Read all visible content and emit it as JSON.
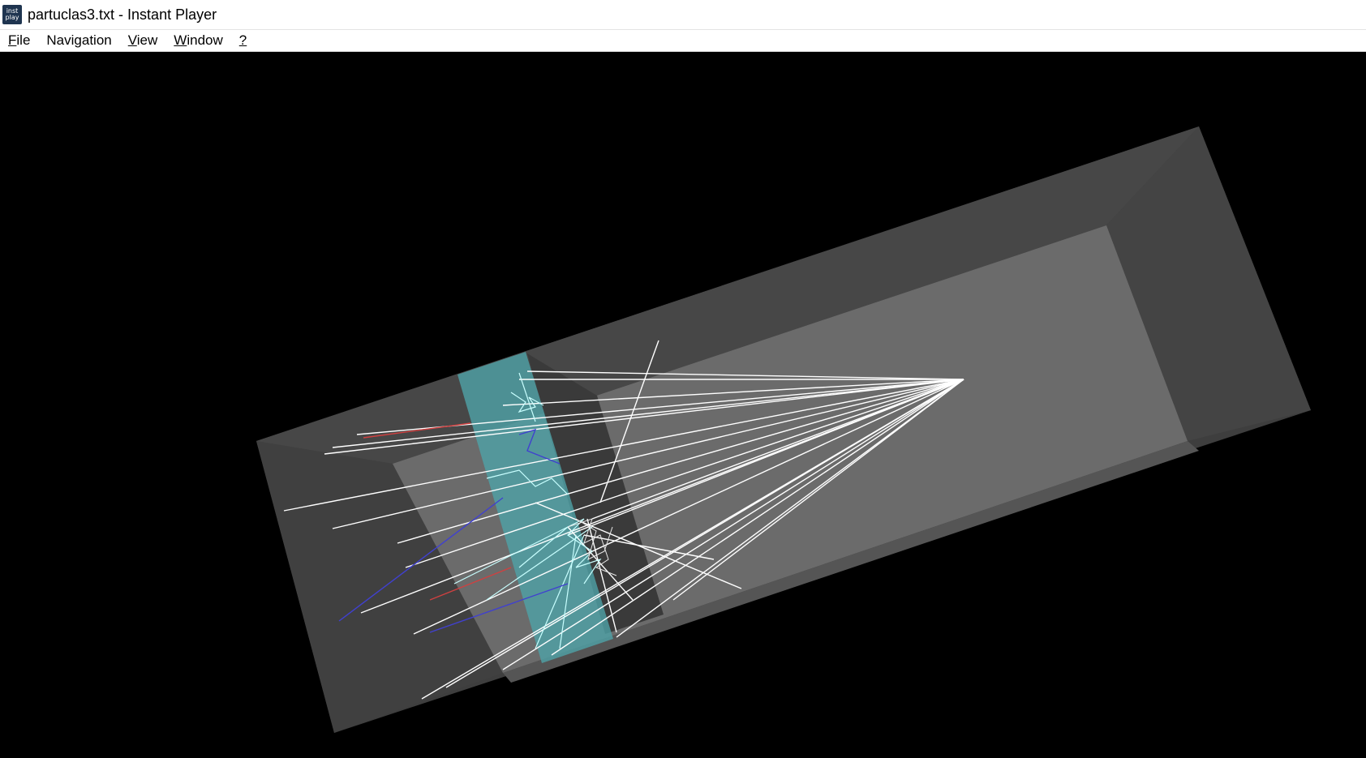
{
  "window": {
    "title": "partuclas3.txt - Instant Player",
    "icon": "instant-player-app-icon",
    "icon_text_top": "inst",
    "icon_text_bottom": "play"
  },
  "menu": [
    {
      "label": "File",
      "mnemonic": "F",
      "rest": "ile"
    },
    {
      "label": "Navigation",
      "mnemonic": "",
      "rest": "Navigation"
    },
    {
      "label": "View",
      "mnemonic": "V",
      "rest": "iew"
    },
    {
      "label": "Window",
      "mnemonic": "W",
      "rest": "indow"
    },
    {
      "label": "?",
      "mnemonic": "?",
      "rest": ""
    }
  ],
  "scene": {
    "background": "#000000",
    "box_outer_color": "#454545",
    "box_inner_color": "#6b6b6b",
    "slab_color": "#4fa2a8",
    "track_colors": {
      "primary": "#ffffff",
      "cyan": "#c8ffff",
      "red": "#d04040",
      "blue": "#4040d0"
    }
  }
}
